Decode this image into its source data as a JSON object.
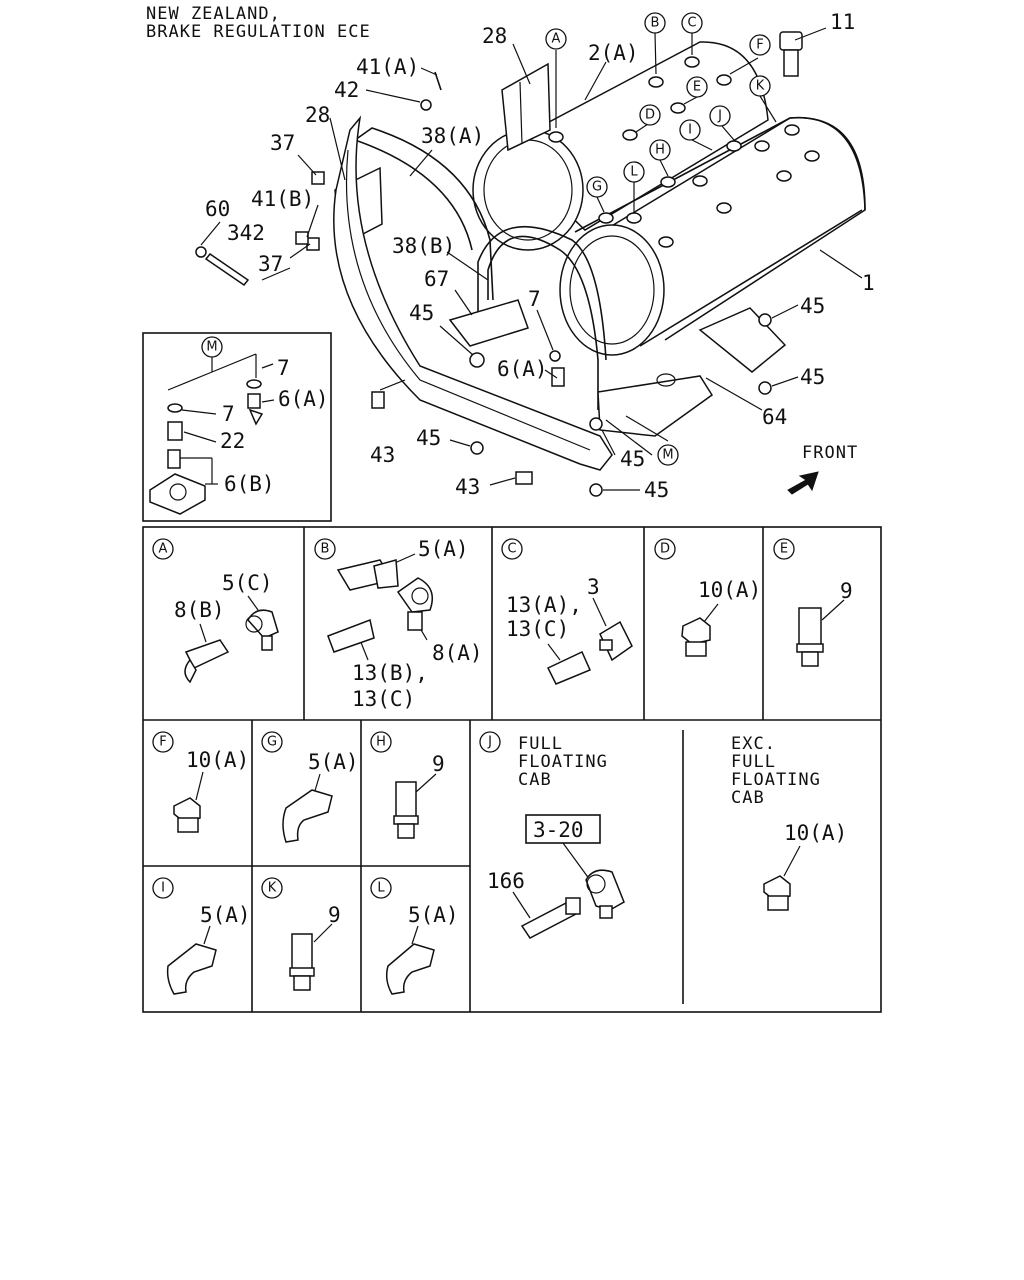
{
  "header": {
    "line1": "NEW ZEALAND,",
    "line2": "BRAKE REGULATION ECE"
  },
  "main_labels": {
    "l11": "11",
    "l28a": "28",
    "l2A": "2(A)",
    "l41A": "41(A)",
    "l42": "42",
    "l28b": "28",
    "l38A": "38(A)",
    "l37a": "37",
    "l41B": "41(B)",
    "l60": "60",
    "l342": "342",
    "l37b": "37",
    "l38B": "38(B)",
    "l67": "67",
    "l45a": "45",
    "l7": "7",
    "l6A": "6(A)",
    "l1": "1",
    "l45b": "45",
    "l45c": "45",
    "l64": "64",
    "l43a": "43",
    "l45d": "45",
    "l45e": "45",
    "l43b": "43",
    "l45f": "45",
    "front": "FRONT"
  },
  "callouts": {
    "A": "A",
    "B": "B",
    "C": "C",
    "D": "D",
    "E": "E",
    "F": "F",
    "G": "G",
    "H": "H",
    "I": "I",
    "J": "J",
    "K": "K",
    "L": "L",
    "M": "M"
  },
  "inset_m": {
    "l7a": "7",
    "l6A": "6(A)",
    "l7b": "7",
    "l22": "22",
    "l6B": "6(B)"
  },
  "detail": {
    "A": {
      "p1": "5(C)",
      "p2": "8(B)"
    },
    "B": {
      "p1": "5(A)",
      "p2": "8(A)",
      "p3": "13(B),",
      "p4": "13(C)"
    },
    "C": {
      "p1": "13(A),",
      "p2": "13(C)",
      "p3": "3"
    },
    "D": {
      "p1": "10(A)"
    },
    "E": {
      "p1": "9"
    },
    "F": {
      "p1": "10(A)"
    },
    "G": {
      "p1": "5(A)"
    },
    "H": {
      "p1": "9"
    },
    "I": {
      "p1": "5(A)"
    },
    "K": {
      "p1": "9"
    },
    "L": {
      "p1": "5(A)"
    },
    "J": {
      "left_title": [
        "FULL",
        "FLOATING",
        "CAB"
      ],
      "box": "3-20",
      "p166": "166",
      "right_title": [
        "EXC.",
        "FULL",
        "FLOATING",
        "CAB"
      ],
      "p10": "10(A)"
    }
  }
}
